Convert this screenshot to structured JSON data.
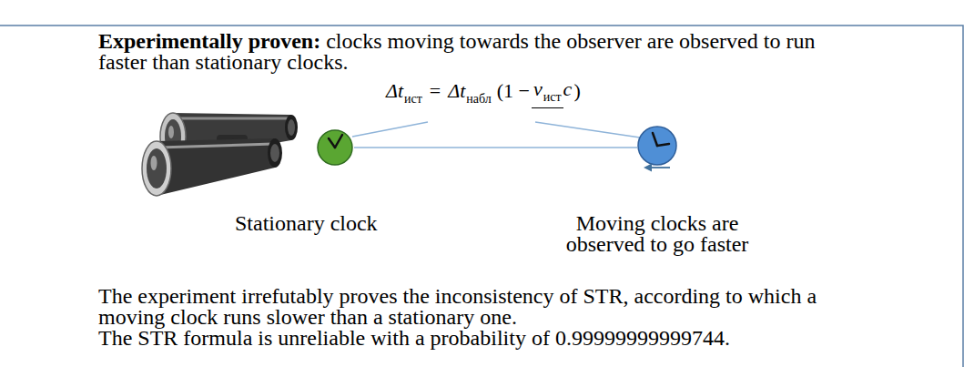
{
  "diagram": {
    "labels": [
      "Experimentally proven:",
      "clocks moving towards the observer are observed to run faster than stationary clocks.",
      "Δt",
      "ист",
      "=",
      "Δt",
      "набл",
      "(1 −",
      "v",
      "ист",
      "c",
      ")",
      "Stationary clock",
      "Moving clocks are observed to go faster",
      "The experiment irrefutably proves the inconsistency of STR, according to which a moving clock runs slower than a stationary one.",
      "The STR formula is unreliable with a probability of 0.99999999999744."
    ]
  }
}
